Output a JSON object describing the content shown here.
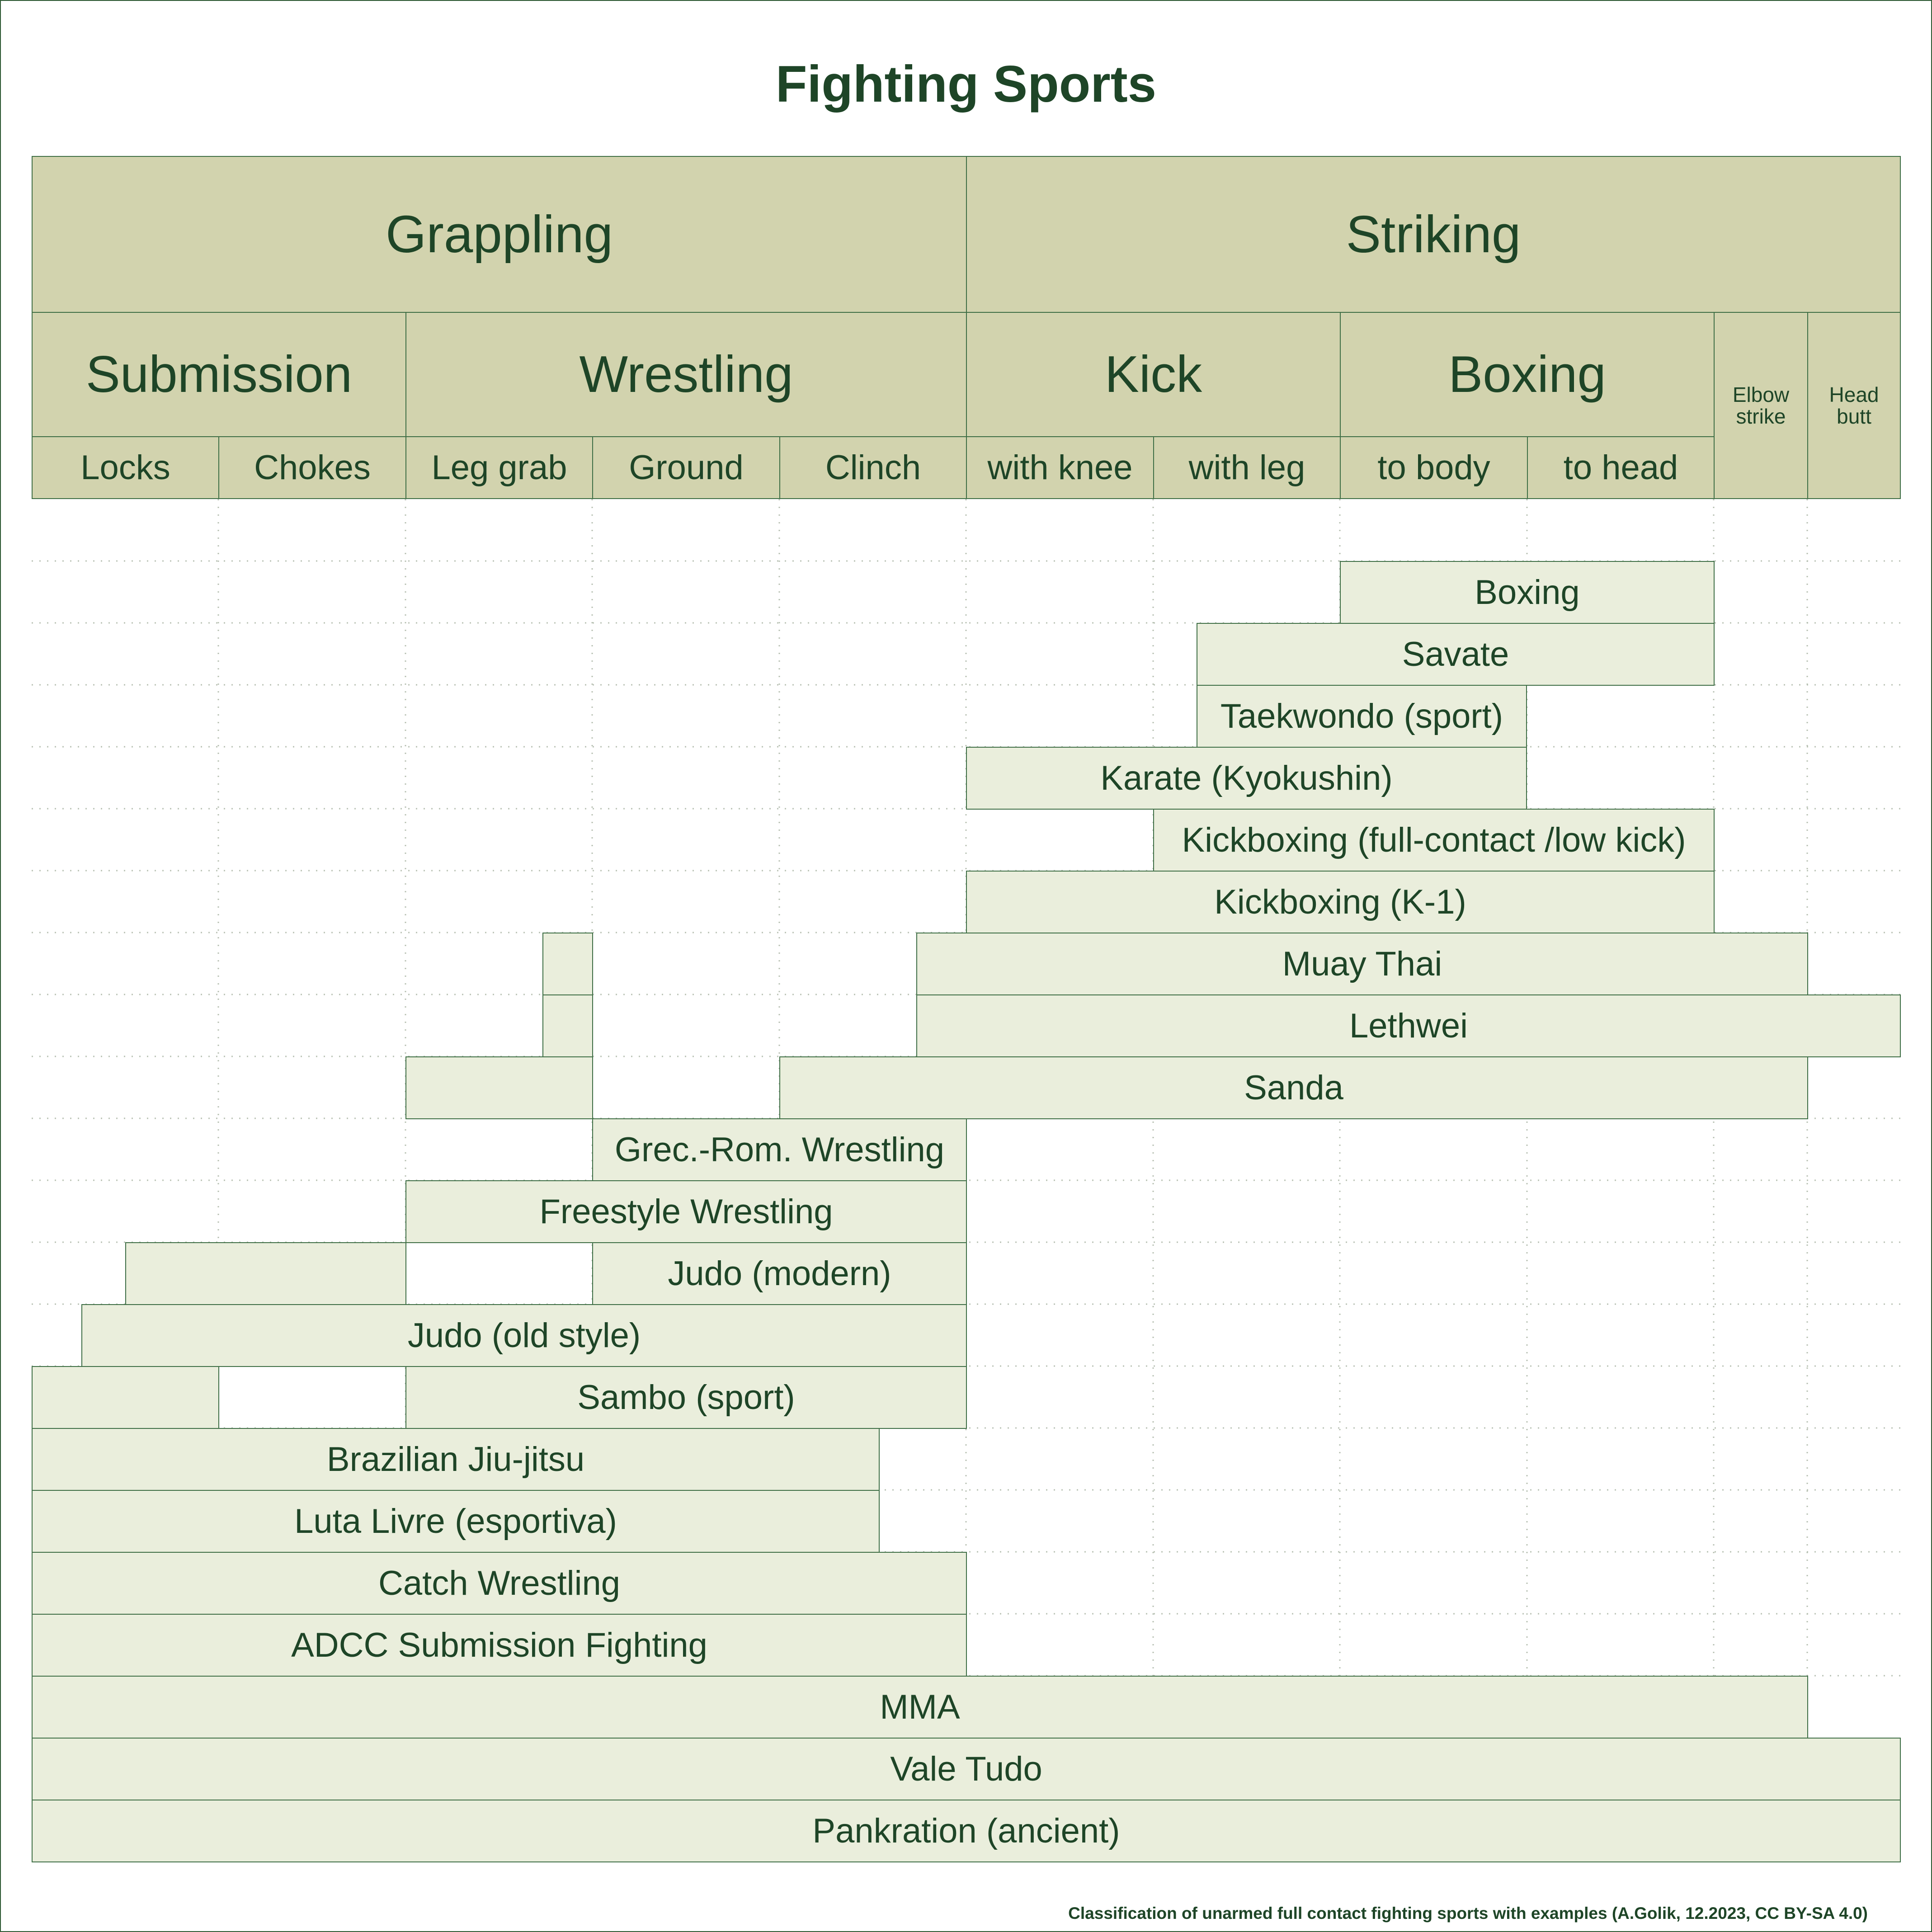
{
  "title": "Fighting Sports",
  "footer": "Classification of unarmed full contact fighting sports with examples (A.Golik, 12.2023, CC BY-SA 4.0)",
  "colors": {
    "header_fill": "#d2d3ae",
    "bar_fill": "#eaeedc",
    "line": "#3e6e45",
    "text": "#1e4527",
    "grid": "#b9c2b4"
  },
  "header": {
    "level1": [
      {
        "label": "Grappling"
      },
      {
        "label": "Striking"
      }
    ],
    "level2": [
      {
        "label": "Submission"
      },
      {
        "label": "Wrestling"
      },
      {
        "label": "Kick"
      },
      {
        "label": "Boxing"
      },
      {
        "label": "Elbow\nstrike"
      },
      {
        "label": "Head\nbutt"
      }
    ],
    "columns": [
      {
        "label": "Locks"
      },
      {
        "label": "Chokes"
      },
      {
        "label": "Leg grab"
      },
      {
        "label": "Ground"
      },
      {
        "label": "Clinch"
      },
      {
        "label": "with knee"
      },
      {
        "label": "with leg"
      },
      {
        "label": "to body"
      },
      {
        "label": "to head"
      }
    ]
  },
  "sports": [
    {
      "label": "Boxing"
    },
    {
      "label": "Savate"
    },
    {
      "label": "Taekwondo (sport)"
    },
    {
      "label": "Karate (Kyokushin)"
    },
    {
      "label": "Kickboxing (full-contact /low kick)"
    },
    {
      "label": "Kickboxing (K-1)"
    },
    {
      "label": "Muay Thai"
    },
    {
      "label": "Lethwei"
    },
    {
      "label": "Sanda"
    },
    {
      "label": "Grec.-Rom. Wrestling"
    },
    {
      "label": "Freestyle Wrestling"
    },
    {
      "label": "Judo (modern)"
    },
    {
      "label": "Judo (old style)"
    },
    {
      "label": "Sambo (sport)"
    },
    {
      "label": "Brazilian Jiu-jitsu"
    },
    {
      "label": "Luta Livre (esportiva)"
    },
    {
      "label": "Catch Wrestling"
    },
    {
      "label": "ADCC Submission Fighting"
    },
    {
      "label": "MMA"
    },
    {
      "label": "Vale Tudo"
    },
    {
      "label": "Pankration (ancient)"
    }
  ]
}
